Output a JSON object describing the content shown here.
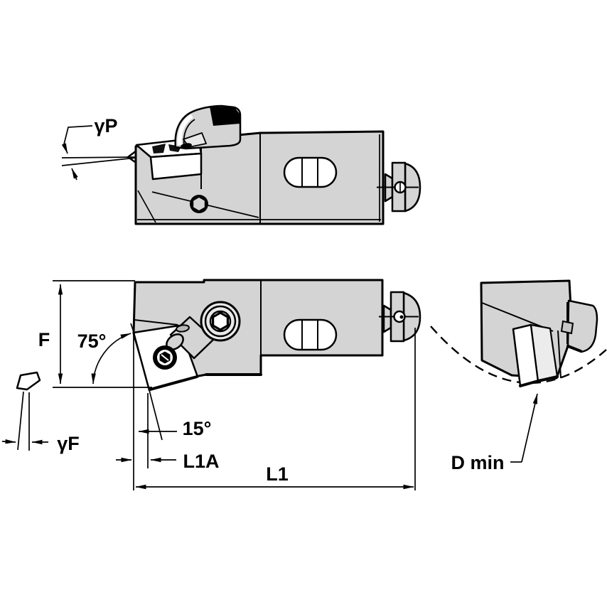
{
  "drawing": {
    "background_color": "#ffffff",
    "line_color": "#000000",
    "body_fill_color": "#d4d4d4",
    "insert_fill_color": "#ffffff",
    "labels": {
      "back_rake_angle": "γP",
      "side_rake_angle": "γF",
      "lead_angle": "75°",
      "point_angle": "15°",
      "height_dim": "F",
      "nose_length_dim": "L1A",
      "overall_length_dim": "L1",
      "min_bore_dim": "D min"
    }
  }
}
